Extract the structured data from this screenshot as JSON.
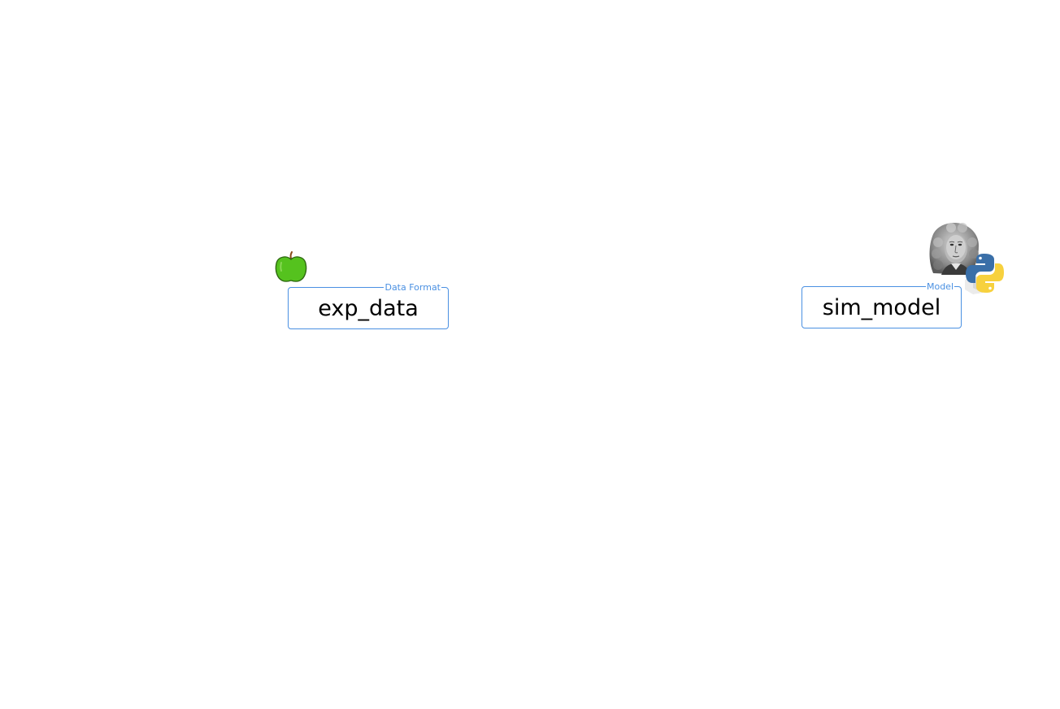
{
  "nodes": {
    "exp_data": {
      "title": "exp_data",
      "type_label": "Data Format",
      "icon": "apple-icon"
    },
    "sim_model": {
      "title": "sim_model",
      "type_label": "Model",
      "icons": [
        "newton-portrait-icon",
        "python-logo-icon"
      ]
    }
  },
  "colors": {
    "accent": "#4a90e2",
    "apple_green": "#55c21e",
    "python_blue": "#3a6fa8",
    "python_yellow": "#f7d13e"
  }
}
